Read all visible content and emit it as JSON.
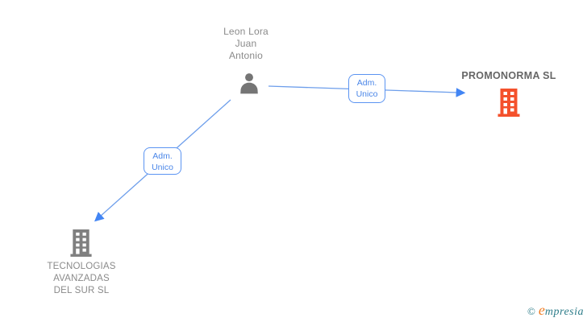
{
  "diagram_type": "corporate-relationship-graph",
  "person": {
    "name_lines": [
      "Leon Lora",
      "Juan",
      "Antonio"
    ]
  },
  "companies": {
    "right": {
      "name": "PROMONORMA SL"
    },
    "left": {
      "name_lines": [
        "TECNOLOGIAS",
        "AVANZADAS",
        "DEL SUR SL"
      ]
    }
  },
  "edges": [
    {
      "from": "person",
      "to": "PROMONORMA SL",
      "label_lines": [
        "Adm.",
        "Unico"
      ]
    },
    {
      "from": "person",
      "to": "TECNOLOGIAS AVANZADAS DEL SUR SL",
      "label_lines": [
        "Adm.",
        "Unico"
      ]
    }
  ],
  "watermark": {
    "copyright_symbol": "©",
    "brand_initial": "e",
    "brand_rest": "mpresia"
  },
  "colors": {
    "line_blue": "#6D9EEB",
    "arrowhead_blue": "#4285F4",
    "edge_label_blue": "#4A86E8",
    "person_icon_gray": "#757575",
    "building_gray": "#7F7F7F",
    "building_orange": "#F4512C",
    "name_text_gray": "#8A8A8A",
    "company_bold_gray": "#666666",
    "watermark_teal": "#2E7D8A",
    "watermark_orange": "#F07E26"
  }
}
